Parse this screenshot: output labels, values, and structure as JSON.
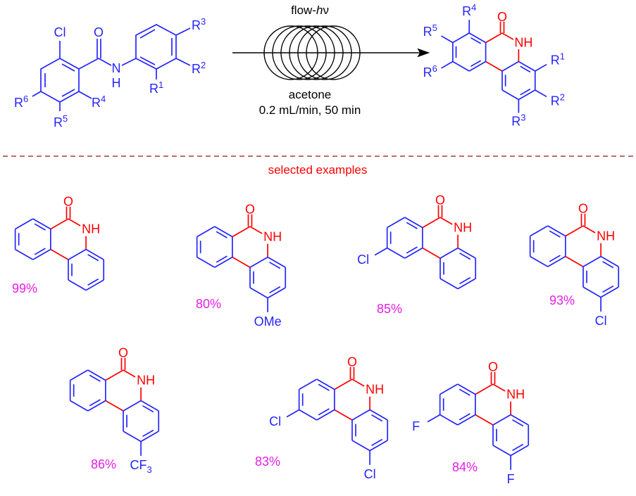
{
  "colors": {
    "structure": "#2525ff",
    "new_bonds": "#ff0000",
    "yield": "#e61ee6",
    "divider": "#8b1a1a",
    "heading": "#ff0000",
    "conditions": "#000000"
  },
  "reactant": {
    "cl": "Cl",
    "o": "O",
    "n": "N",
    "h": "H",
    "r1": {
      "base": "R",
      "sup": "1"
    },
    "r2": {
      "base": "R",
      "sup": "2"
    },
    "r3": {
      "base": "R",
      "sup": "3"
    },
    "r4": {
      "base": "R",
      "sup": "4"
    },
    "r5": {
      "base": "R",
      "sup": "5"
    },
    "r6": {
      "base": "R",
      "sup": "6"
    }
  },
  "conditions": {
    "above_arrow": "flow-",
    "above_arrow_italic": "h",
    "above_arrow_nu": "ν",
    "solvent": "acetone",
    "rate_time": "0.2 mL/min, 50 min"
  },
  "product": {
    "o": "O",
    "nh": "NH",
    "substituents": {
      "C7": {
        "base": "R",
        "sup": "4"
      },
      "C8": {
        "base": "R",
        "sup": "5"
      },
      "C9": {
        "base": "R",
        "sup": "6"
      },
      "C4": {
        "base": "R",
        "sup": "1"
      },
      "C3": {
        "base": "R",
        "sup": "2"
      },
      "C2": {
        "base": "R",
        "sup": "3"
      }
    }
  },
  "heading": "selected examples",
  "examples": [
    {
      "yield": "99%",
      "substituents": {}
    },
    {
      "yield": "80%",
      "substituents": {
        "C2": {
          "base": "OMe"
        }
      }
    },
    {
      "yield": "85%",
      "substituents": {
        "C9": {
          "base": "Cl"
        }
      }
    },
    {
      "yield": "93%",
      "substituents": {
        "C2": {
          "base": "Cl"
        }
      }
    },
    {
      "yield": "86%",
      "substituents": {
        "C2": {
          "base": "CF",
          "sub": "3"
        }
      }
    },
    {
      "yield": "83%",
      "substituents": {
        "C9": {
          "base": "Cl"
        },
        "C2": {
          "base": "Cl"
        }
      }
    },
    {
      "yield": "84%",
      "substituents": {
        "C9": {
          "base": "F"
        },
        "C2": {
          "base": "F"
        }
      }
    }
  ]
}
